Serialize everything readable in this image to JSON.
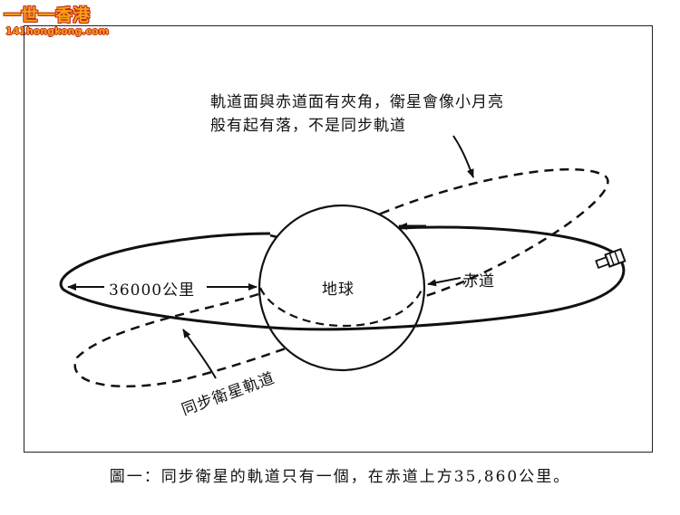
{
  "watermark": {
    "cn": "一世一香港",
    "en": "141hongkong.com"
  },
  "labels": {
    "inclined_note_line1": "軌道面與赤道面有夾角，衛星會像小月亮",
    "inclined_note_line2": "般有起有落，不是同步軌道",
    "distance": "36000公里",
    "earth": "地球",
    "equator": "赤道",
    "sync_orbit": "同步衛星軌道"
  },
  "caption": "圖一：同步衛星的軌道只有一個，在赤道上方35,860公里。",
  "colors": {
    "ink": "#111111",
    "logo_fill": "#f4a21a",
    "logo_stroke": "#c2250e"
  }
}
